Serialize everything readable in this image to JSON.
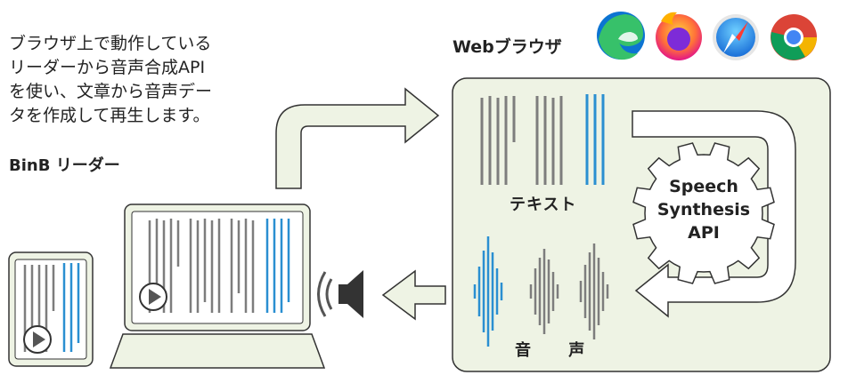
{
  "description": {
    "lines": [
      "ブラウザ上で動作している",
      "リーダーから音声合成API",
      "を使い、文章から音声デー",
      "タを作成して再生します。"
    ]
  },
  "binb_label": "BinB リーダー",
  "web_label": "Webブラウザ",
  "text_label": "テキスト",
  "voice_label": "音 声",
  "gear": {
    "line1": "Speech",
    "line2": "Synthesis",
    "line3": "API"
  },
  "browsers": [
    "edge-icon",
    "firefox-icon",
    "safari-icon",
    "chrome-icon"
  ],
  "colors": {
    "panel_fill": "#eef3e4",
    "panel_stroke": "#333333",
    "gray_line": "#7d7d7d",
    "blue_line": "#2a8fd1"
  }
}
